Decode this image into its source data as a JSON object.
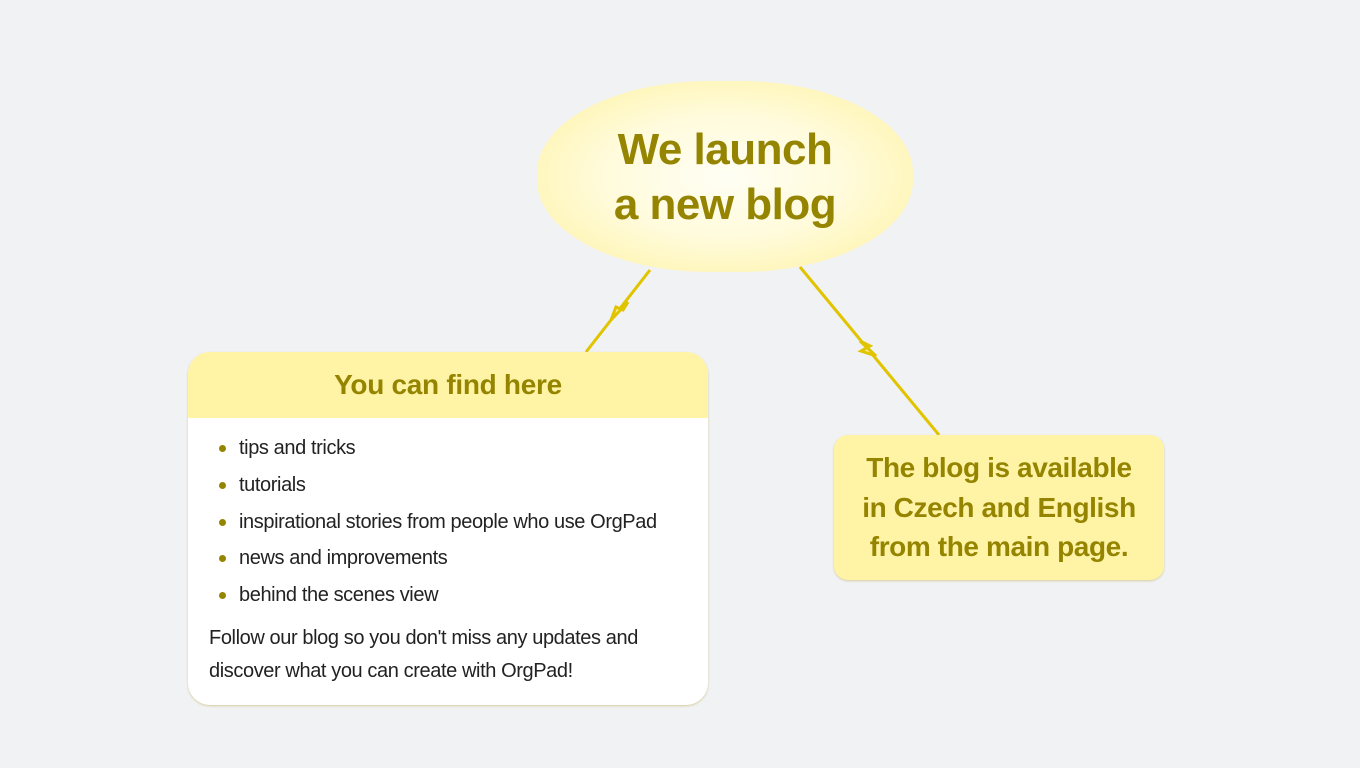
{
  "colors": {
    "background": "#f1f2f4",
    "accent_text": "#948400",
    "node_fill": "#fff4a6",
    "link_color": "#e0c400"
  },
  "main_node": {
    "title": "We launch\na new blog"
  },
  "card": {
    "header": "You can find here",
    "items": [
      "tips and tricks",
      "tutorials",
      "inspirational stories from people who use OrgPad",
      "news and improvements",
      "behind the scenes view"
    ],
    "footer": "Follow our blog so you don't miss any updates and discover what you can create with OrgPad!"
  },
  "note": {
    "text": "The blog is available\nin Czech and English\nfrom the main page."
  },
  "links": [
    {
      "from": "main_node",
      "to": "card",
      "arrow": "arrow-icon"
    },
    {
      "from": "main_node",
      "to": "note",
      "arrow": "arrow-icon"
    }
  ]
}
